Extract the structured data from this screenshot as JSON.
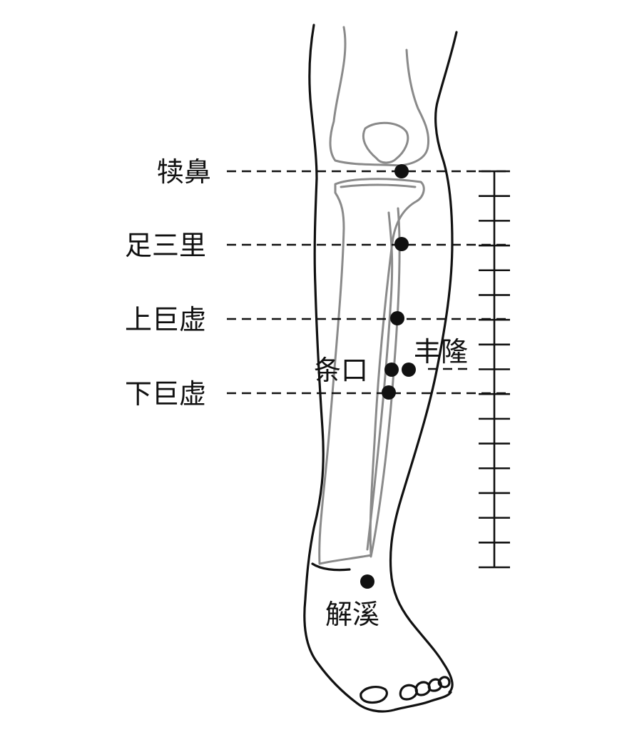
{
  "colors": {
    "background": "#ffffff",
    "ink": "#111111",
    "bone": "#8a8a8a"
  },
  "points": [
    {
      "id": "dubi",
      "label": "犊鼻"
    },
    {
      "id": "zusanli",
      "label": "足三里"
    },
    {
      "id": "shangjuxu",
      "label": "上巨虚"
    },
    {
      "id": "tiaokou",
      "label": "条口"
    },
    {
      "id": "fenglong",
      "label": "丰隆"
    },
    {
      "id": "xiajuxu",
      "label": "下巨虚"
    },
    {
      "id": "jiexi",
      "label": "解溪"
    }
  ],
  "scale": {
    "tick_count": 17
  }
}
